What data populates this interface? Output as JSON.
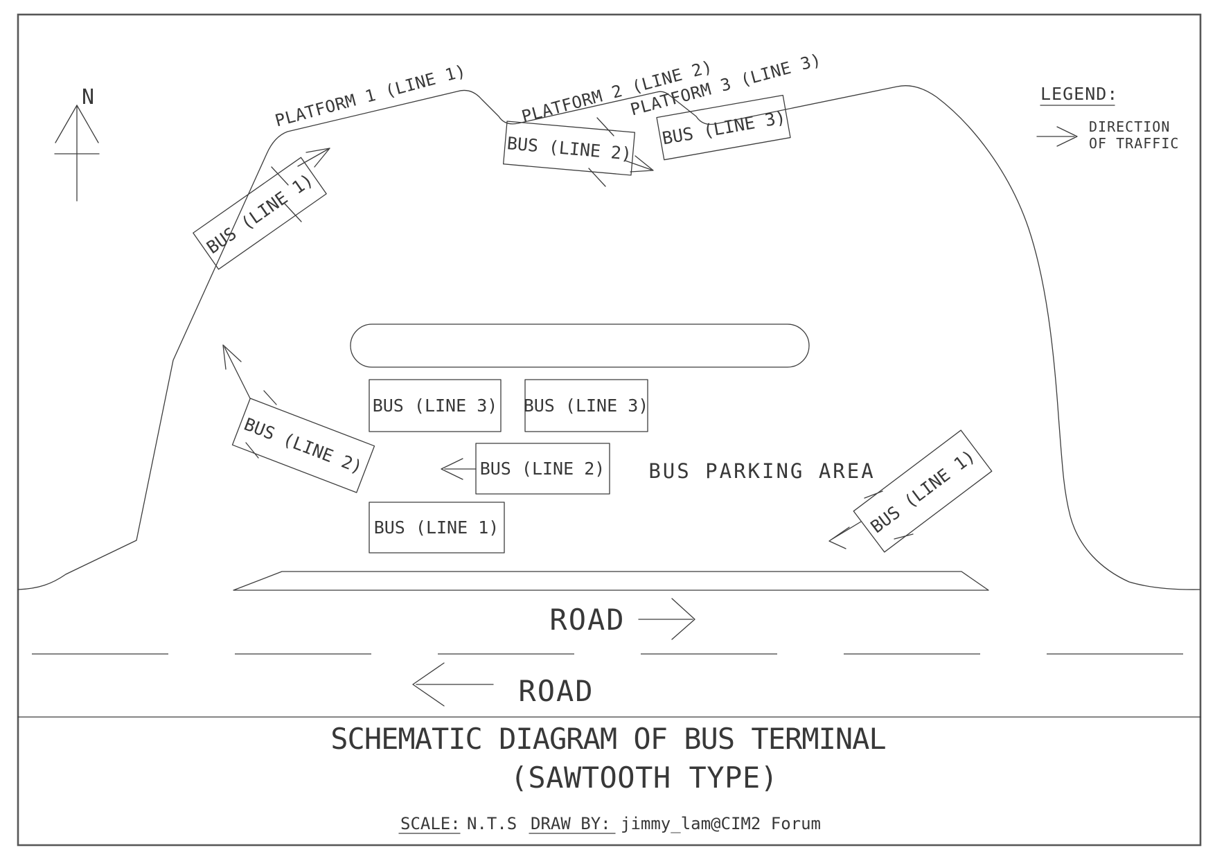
{
  "page": {
    "background": "#ffffff",
    "line_color": "#3c3c3c",
    "border_color": "#575757"
  },
  "compass": {
    "label": "N"
  },
  "legend": {
    "title": "LEGEND:",
    "arrow_icon": "direction-of-traffic-arrow",
    "line1": "DIRECTION",
    "line2": "OF TRAFFIC"
  },
  "platforms": [
    {
      "label": "PLATFORM 1 (LINE 1)"
    },
    {
      "label": "PLATFORM 2 (LINE 2)"
    },
    {
      "label": "PLATFORM 3 (LINE 3)"
    }
  ],
  "platform_buses": [
    {
      "label": "BUS (LINE 1)"
    },
    {
      "label": "BUS (LINE 2)"
    },
    {
      "label": "BUS (LINE 3)"
    }
  ],
  "maneuvering_buses": [
    {
      "label": "BUS (LINE 2)"
    },
    {
      "label": "BUS (LINE 1)"
    }
  ],
  "parked_buses": [
    {
      "label": "BUS (LINE 3)"
    },
    {
      "label": "BUS (LINE 3)"
    },
    {
      "label": "BUS (LINE 2)"
    },
    {
      "label": "BUS (LINE 1)"
    }
  ],
  "parking_area_label": "BUS PARKING AREA",
  "roads": [
    {
      "label": "ROAD",
      "direction": "right"
    },
    {
      "label": "ROAD",
      "direction": "left"
    }
  ],
  "title": {
    "line1": "SCHEMATIC DIAGRAM OF BUS TERMINAL",
    "line2": "(SAWTOOTH TYPE)"
  },
  "footer": {
    "scale_label": "SCALE:",
    "scale_value": "N.T.S",
    "draw_by_label": "DRAW BY:",
    "draw_by_value": "jimmy_lam@CIM2 Forum"
  }
}
